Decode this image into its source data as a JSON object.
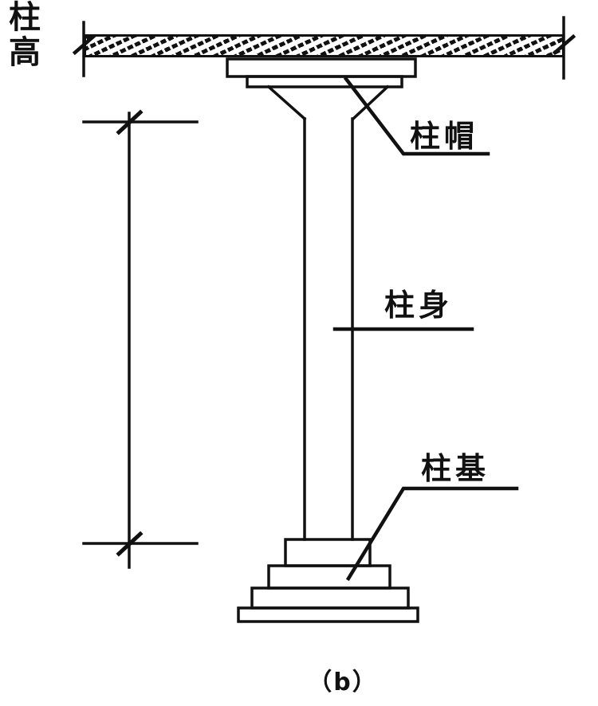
{
  "figure": {
    "caption": "（b）",
    "labels": {
      "capital": "柱帽",
      "shaft": "柱身",
      "base": "柱基",
      "height_dimension": "柱高"
    },
    "colors": {
      "ink": "#111111",
      "background": "#ffffff"
    }
  }
}
